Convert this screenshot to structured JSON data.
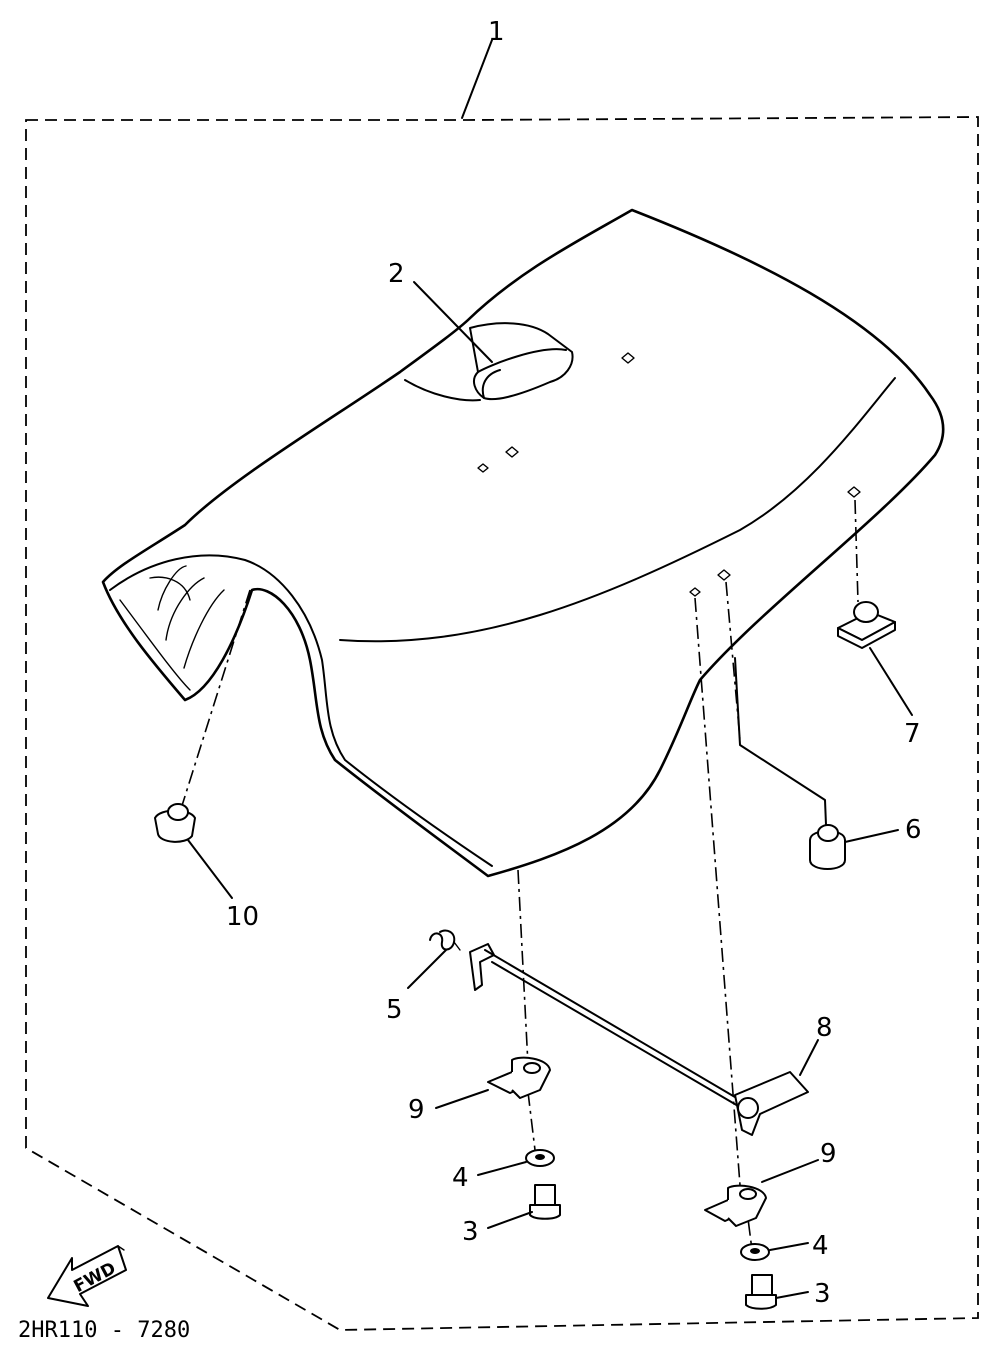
{
  "diagram": {
    "part_code": "2HR110 - 7280",
    "forward_label": "FWD",
    "callouts": {
      "c1": "1",
      "c2": "2",
      "c3a": "3",
      "c3b": "3",
      "c4a": "4",
      "c4b": "4",
      "c5": "5",
      "c6": "6",
      "c7": "7",
      "c8": "8",
      "c9a": "9",
      "c9b": "9",
      "c10": "10"
    }
  }
}
